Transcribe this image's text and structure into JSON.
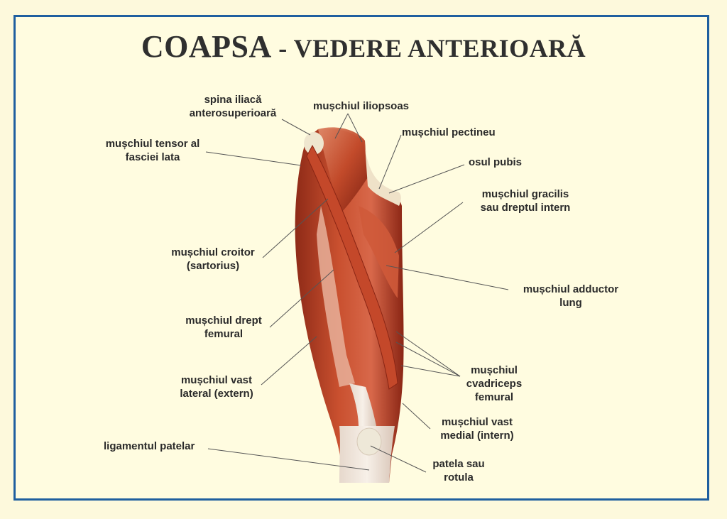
{
  "title": {
    "part1": "COAPSA",
    "separator": " - ",
    "part2": "VEDERE ANTERIOARĂ"
  },
  "colors": {
    "background": "#fdf9dc",
    "panel": "#fffce0",
    "border": "#1f5f9f",
    "text": "#2a2a2a",
    "muscle": "#b8432a",
    "tendon": "#efe6da"
  },
  "labels": {
    "spina_iliaca": [
      "spina iliacă",
      "anterosuperioară"
    ],
    "iliopsoas": [
      "mușchiul iliopsoas"
    ],
    "pectineu": [
      "mușchiul pectineu"
    ],
    "tensor": [
      "mușchiul tensor al",
      "fasciei lata"
    ],
    "osul_pubis": [
      "osul pubis"
    ],
    "gracilis": [
      "mușchiul gracilis",
      "sau dreptul intern"
    ],
    "croitor": [
      "mușchiul croitor",
      "(sartorius)"
    ],
    "adductor": [
      "mușchiul adductor",
      "lung"
    ],
    "drept_femural": [
      "mușchiul drept",
      "femural"
    ],
    "vast_lateral": [
      "mușchiul vast",
      "lateral (extern)"
    ],
    "cvadriceps": [
      "mușchiul",
      "cvadriceps",
      "femural"
    ],
    "vast_medial": [
      "mușchiul vast",
      "medial (intern)"
    ],
    "ligament": [
      "ligamentul patelar"
    ],
    "patela": [
      "patela sau",
      "rotula"
    ]
  }
}
